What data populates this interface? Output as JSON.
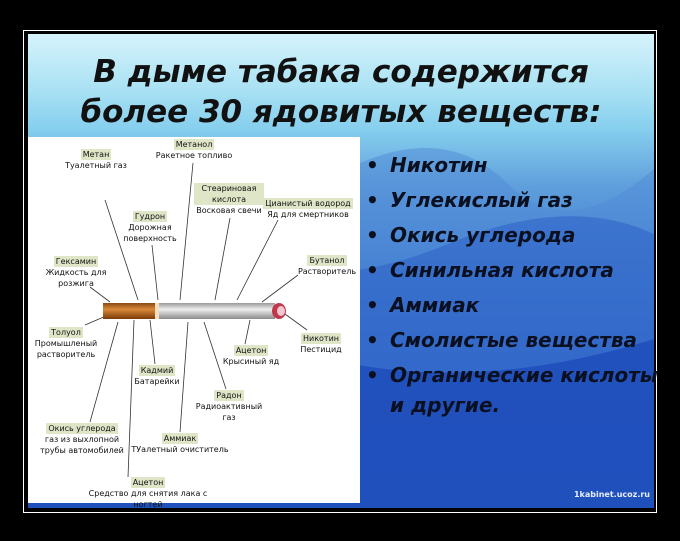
{
  "title_lines": [
    "В дыме табака содержится",
    "более 30 ядовитых веществ:"
  ],
  "bullets": [
    "Никотин",
    "Углекислый газ",
    "Окись углерода",
    "Синильная кислота",
    "Аммиак",
    "Смолистые вещества",
    "Органические кислоты и другие."
  ],
  "diagram": {
    "labels": [
      {
        "name": "Метанол",
        "use": "Ракетное топливо"
      },
      {
        "name": "Метан",
        "use": "Туалетный газ"
      },
      {
        "name": "Стеариновая кислота",
        "use": "Восковая свечи"
      },
      {
        "name": "Цианистый водород",
        "use": "Яд для смертников"
      },
      {
        "name": "Гудрон",
        "use": "Дорожная поверхность"
      },
      {
        "name": "Гексамин",
        "use": "Жидкость для розжига"
      },
      {
        "name": "Бутанол",
        "use": "Растворитель"
      },
      {
        "name": "Толуол",
        "use": "Промышленый растворитель"
      },
      {
        "name": "Никотин",
        "use": "Пестицид"
      },
      {
        "name": "Ацетон",
        "use": "Крысиный яд"
      },
      {
        "name": "Кадмий",
        "use": "Батарейки"
      },
      {
        "name": "Радон",
        "use": "Радиоактивный газ"
      },
      {
        "name": "Окись углерода",
        "use": "газ из выхлопной трубы автомобилей"
      },
      {
        "name": "Аммиак",
        "use": "ТУалетный очиститель"
      },
      {
        "name": "Ацетон",
        "use": "Средство для снятия лака с ногтей"
      }
    ]
  },
  "watermark": "1kabinet.ucoz.ru"
}
